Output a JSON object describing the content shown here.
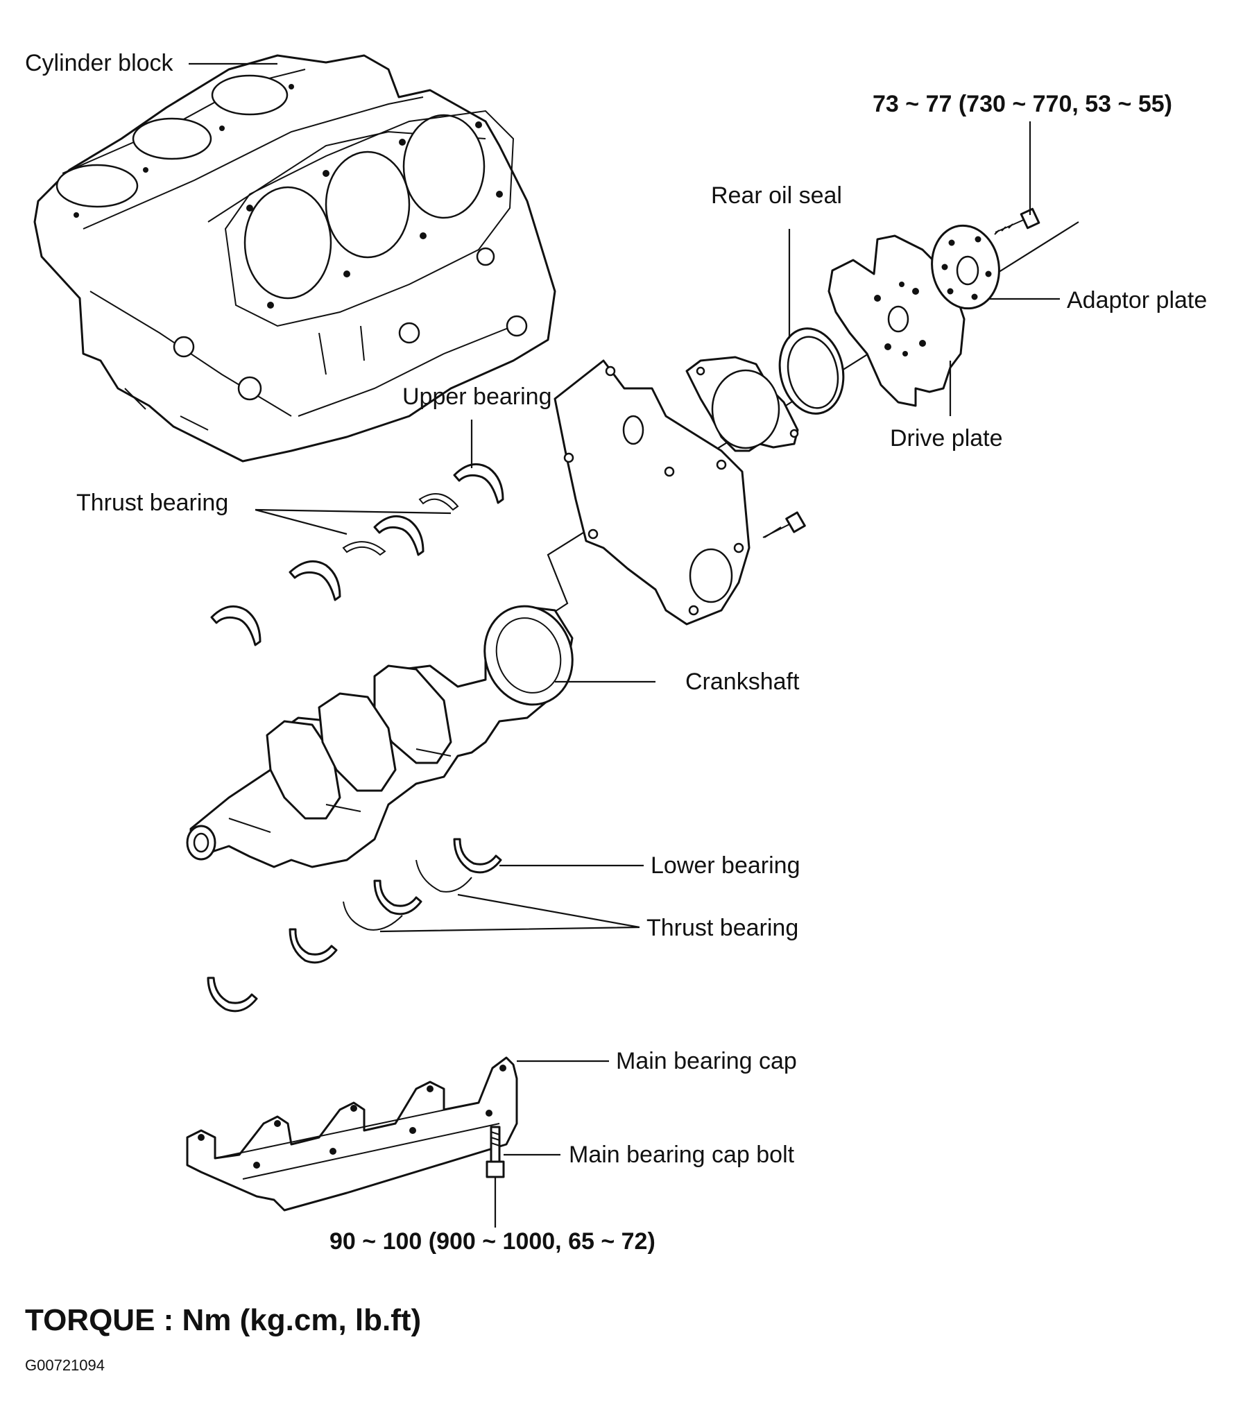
{
  "labels": {
    "cylinder_block": "Cylinder block",
    "torque_top": "73 ~ 77 (730 ~ 770, 53 ~ 55)",
    "rear_oil_seal": "Rear oil seal",
    "adaptor_plate": "Adaptor plate",
    "drive_plate": "Drive plate",
    "upper_bearing": "Upper bearing",
    "thrust_bearing_upper": "Thrust bearing",
    "crankshaft": "Crankshaft",
    "lower_bearing": "Lower bearing",
    "thrust_bearing_lower": "Thrust bearing",
    "main_bearing_cap": "Main bearing cap",
    "main_bearing_cap_bolt": "Main bearing cap bolt",
    "torque_bottom": "90 ~ 100 (900 ~ 1000, 65 ~ 72)"
  },
  "footer": {
    "torque_units": "TORQUE : Nm (kg.cm, lb.ft)",
    "figure_id": "G00721094"
  }
}
